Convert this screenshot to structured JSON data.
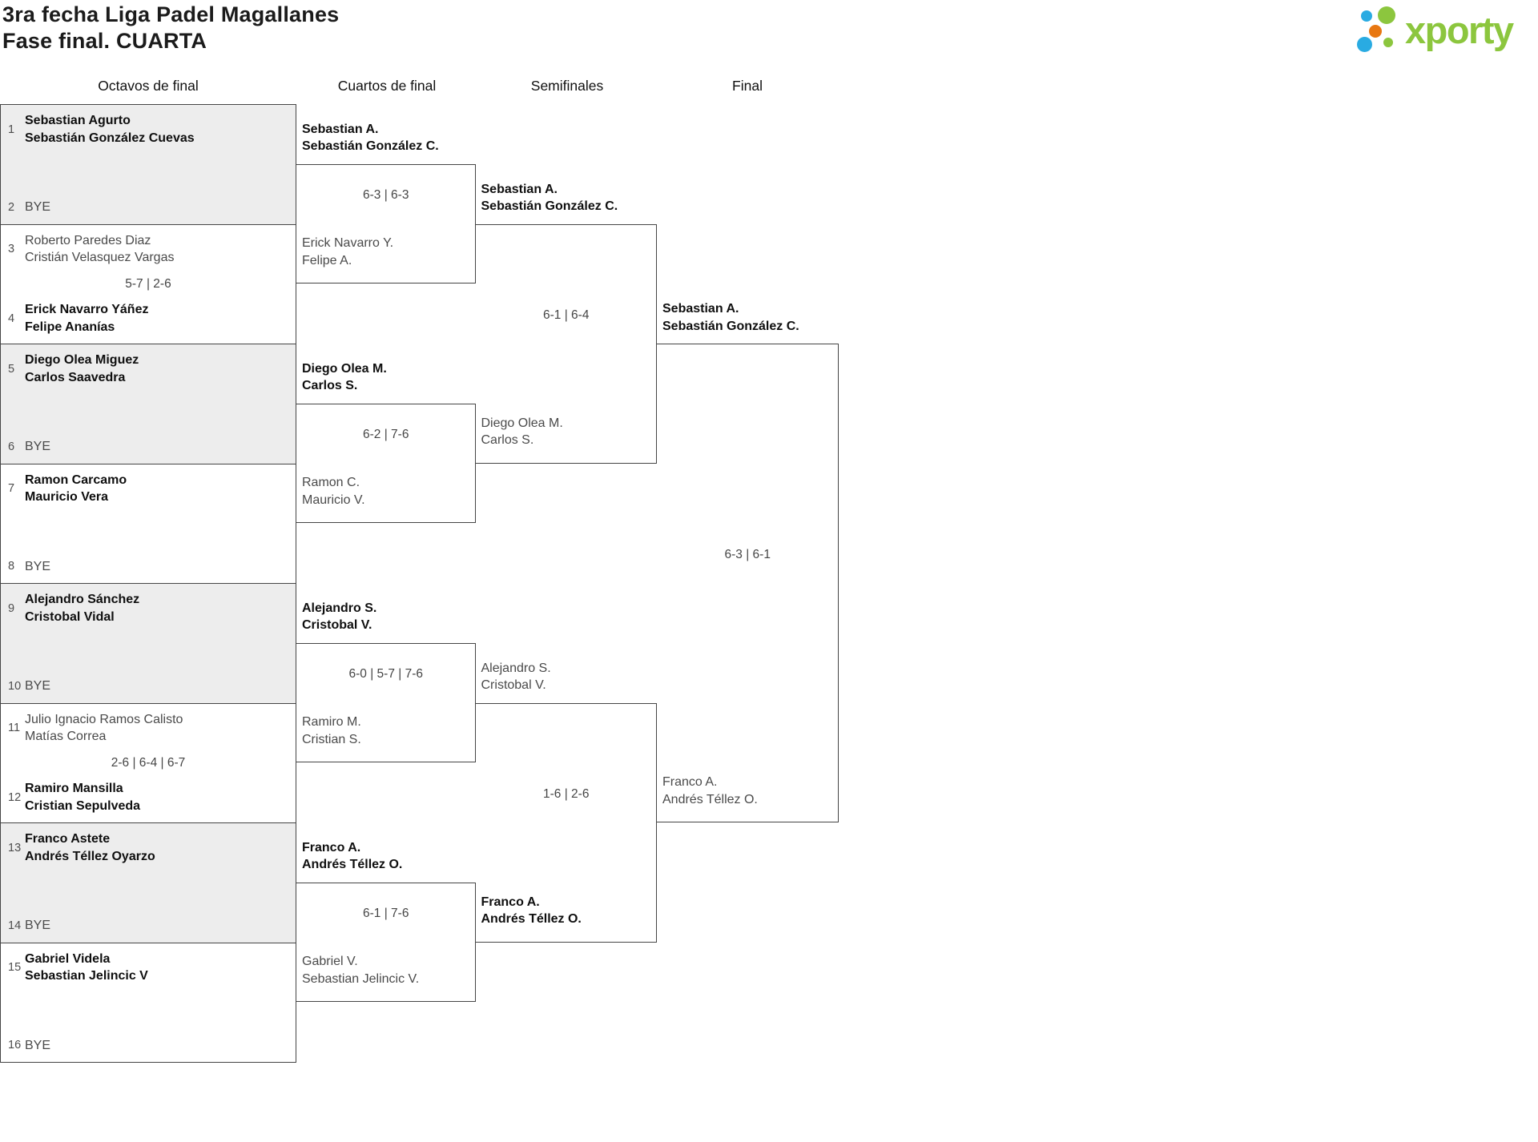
{
  "header": {
    "title_line1": "3ra fecha Liga Padel Magallanes",
    "title_line2": "Fase final. CUARTA"
  },
  "logo": {
    "text": "xporty",
    "green": "#8cc63e",
    "blue": "#29abe2",
    "orange": "#e87711",
    "dots": [
      "blue",
      "green",
      "orange",
      "blue",
      "green"
    ]
  },
  "rounds": [
    {
      "label": "Octavos de final"
    },
    {
      "label": "Cuartos de final"
    },
    {
      "label": "Semifinales"
    },
    {
      "label": "Final"
    }
  ],
  "bracket": {
    "octavos": [
      {
        "shaded": true,
        "score": "",
        "entries": [
          {
            "seed": "1",
            "lines": [
              "Sebastian Agurto",
              "Sebastián González Cuevas"
            ],
            "winner": true
          },
          {
            "seed": "2",
            "lines": [
              "BYE"
            ],
            "winner": false
          }
        ]
      },
      {
        "shaded": false,
        "score": "5-7 | 2-6",
        "entries": [
          {
            "seed": "3",
            "lines": [
              "Roberto Paredes Diaz",
              "Cristián Velasquez Vargas"
            ],
            "winner": false
          },
          {
            "seed": "4",
            "lines": [
              "Erick Navarro Yáñez",
              "Felipe Ananías"
            ],
            "winner": true
          }
        ]
      },
      {
        "shaded": true,
        "score": "",
        "entries": [
          {
            "seed": "5",
            "lines": [
              "Diego Olea Miguez",
              "Carlos Saavedra"
            ],
            "winner": true
          },
          {
            "seed": "6",
            "lines": [
              "BYE"
            ],
            "winner": false
          }
        ]
      },
      {
        "shaded": false,
        "score": "",
        "entries": [
          {
            "seed": "7",
            "lines": [
              "Ramon Carcamo",
              "Mauricio Vera"
            ],
            "winner": true
          },
          {
            "seed": "8",
            "lines": [
              "BYE"
            ],
            "winner": false
          }
        ]
      },
      {
        "shaded": true,
        "score": "",
        "entries": [
          {
            "seed": "9",
            "lines": [
              "Alejandro Sánchez",
              "Cristobal Vidal"
            ],
            "winner": true
          },
          {
            "seed": "10",
            "lines": [
              "BYE"
            ],
            "winner": false
          }
        ]
      },
      {
        "shaded": false,
        "score": "2-6 | 6-4 | 6-7",
        "entries": [
          {
            "seed": "11",
            "lines": [
              "Julio Ignacio Ramos Calisto",
              "Matías Correa"
            ],
            "winner": false
          },
          {
            "seed": "12",
            "lines": [
              "Ramiro Mansilla",
              "Cristian Sepulveda"
            ],
            "winner": true
          }
        ]
      },
      {
        "shaded": true,
        "score": "",
        "entries": [
          {
            "seed": "13",
            "lines": [
              "Franco Astete",
              "Andrés Téllez Oyarzo"
            ],
            "winner": true
          },
          {
            "seed": "14",
            "lines": [
              "BYE"
            ],
            "winner": false
          }
        ]
      },
      {
        "shaded": false,
        "score": "",
        "entries": [
          {
            "seed": "15",
            "lines": [
              "Gabriel Videla",
              "Sebastian Jelincic V"
            ],
            "winner": true
          },
          {
            "seed": "16",
            "lines": [
              "BYE"
            ],
            "winner": false
          }
        ]
      }
    ],
    "cuartos": [
      {
        "score": "6-3 | 6-3",
        "top": {
          "lines": [
            "Sebastian A.",
            "Sebastián González C."
          ],
          "winner": true
        },
        "bottom": {
          "lines": [
            "Erick Navarro Y.",
            "Felipe A."
          ],
          "winner": false
        }
      },
      {
        "score": "6-2 | 7-6",
        "top": {
          "lines": [
            "Diego Olea M.",
            "Carlos S."
          ],
          "winner": true
        },
        "bottom": {
          "lines": [
            "Ramon C.",
            "Mauricio V."
          ],
          "winner": false
        }
      },
      {
        "score": "6-0 | 5-7 | 7-6",
        "top": {
          "lines": [
            "Alejandro S.",
            "Cristobal V."
          ],
          "winner": true
        },
        "bottom": {
          "lines": [
            "Ramiro M.",
            "Cristian S."
          ],
          "winner": false
        }
      },
      {
        "score": "6-1 | 7-6",
        "top": {
          "lines": [
            "Franco A.",
            "Andrés Téllez O."
          ],
          "winner": true
        },
        "bottom": {
          "lines": [
            "Gabriel V.",
            "Sebastian Jelincic V."
          ],
          "winner": false
        }
      }
    ],
    "semifinales": [
      {
        "score": "6-1 | 6-4",
        "top": {
          "lines": [
            "Sebastian A.",
            "Sebastián González C."
          ],
          "winner": true
        },
        "bottom": {
          "lines": [
            "Diego Olea M.",
            "Carlos S."
          ],
          "winner": false
        }
      },
      {
        "score": "1-6 | 2-6",
        "top": {
          "lines": [
            "Alejandro S.",
            "Cristobal V."
          ],
          "winner": false
        },
        "bottom": {
          "lines": [
            "Franco A.",
            "Andrés Téllez O."
          ],
          "winner": true
        }
      }
    ],
    "final": [
      {
        "score": "6-3 | 6-1",
        "top": {
          "lines": [
            "Sebastian A.",
            "Sebastián González C."
          ],
          "winner": true
        },
        "bottom": {
          "lines": [
            "Franco A.",
            "Andrés Téllez O."
          ],
          "winner": false
        }
      }
    ]
  },
  "colors": {
    "shaded_box": "#ededed",
    "box_border": "#454545",
    "winner_text": "#0f0f0f",
    "muted_text": "#4a4a4a",
    "seed_text": "#4d4d4d",
    "score_text": "#454545"
  }
}
